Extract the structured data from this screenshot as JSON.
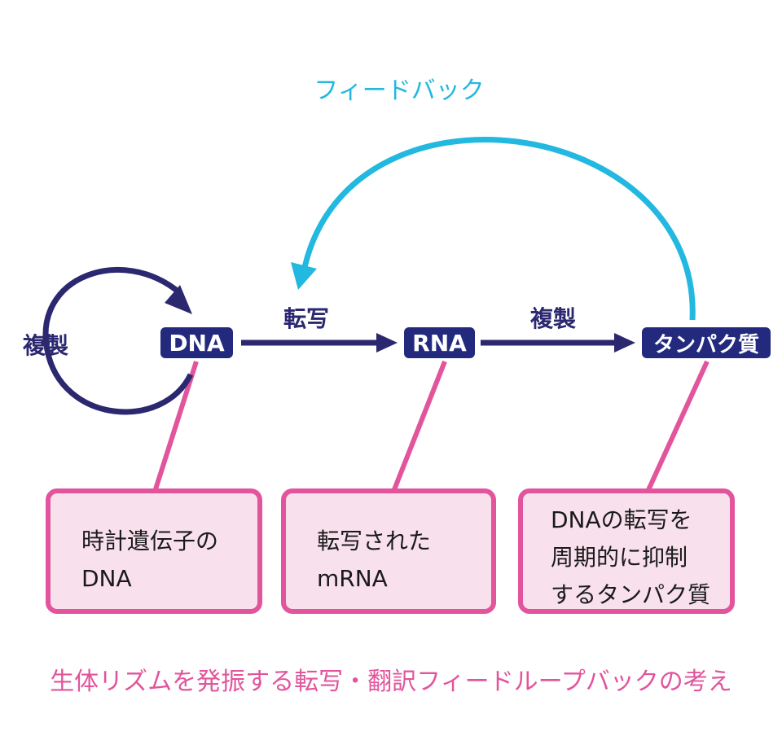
{
  "diagram": {
    "feedback_label": "フィードバック",
    "replication_label": "複製",
    "transcription_label": "転写",
    "translation_label": "複製",
    "nodes": {
      "dna": "DNA",
      "rna": "RNA",
      "protein": "タンパク質"
    },
    "notes": {
      "dna": [
        "時計遺伝子の",
        "DNA"
      ],
      "rna": [
        "転写された",
        "mRNA"
      ],
      "protein": [
        "DNAの転写を",
        "周期的に抑制",
        "するタンパク質"
      ]
    },
    "caption": "生体リズムを発振する転写・翻訳フィードループバックの考え",
    "colors": {
      "navy": "#232a7e",
      "cyan": "#22b8e0",
      "pink": "#e2549c",
      "pink_fill": "#f9e0ed"
    }
  }
}
